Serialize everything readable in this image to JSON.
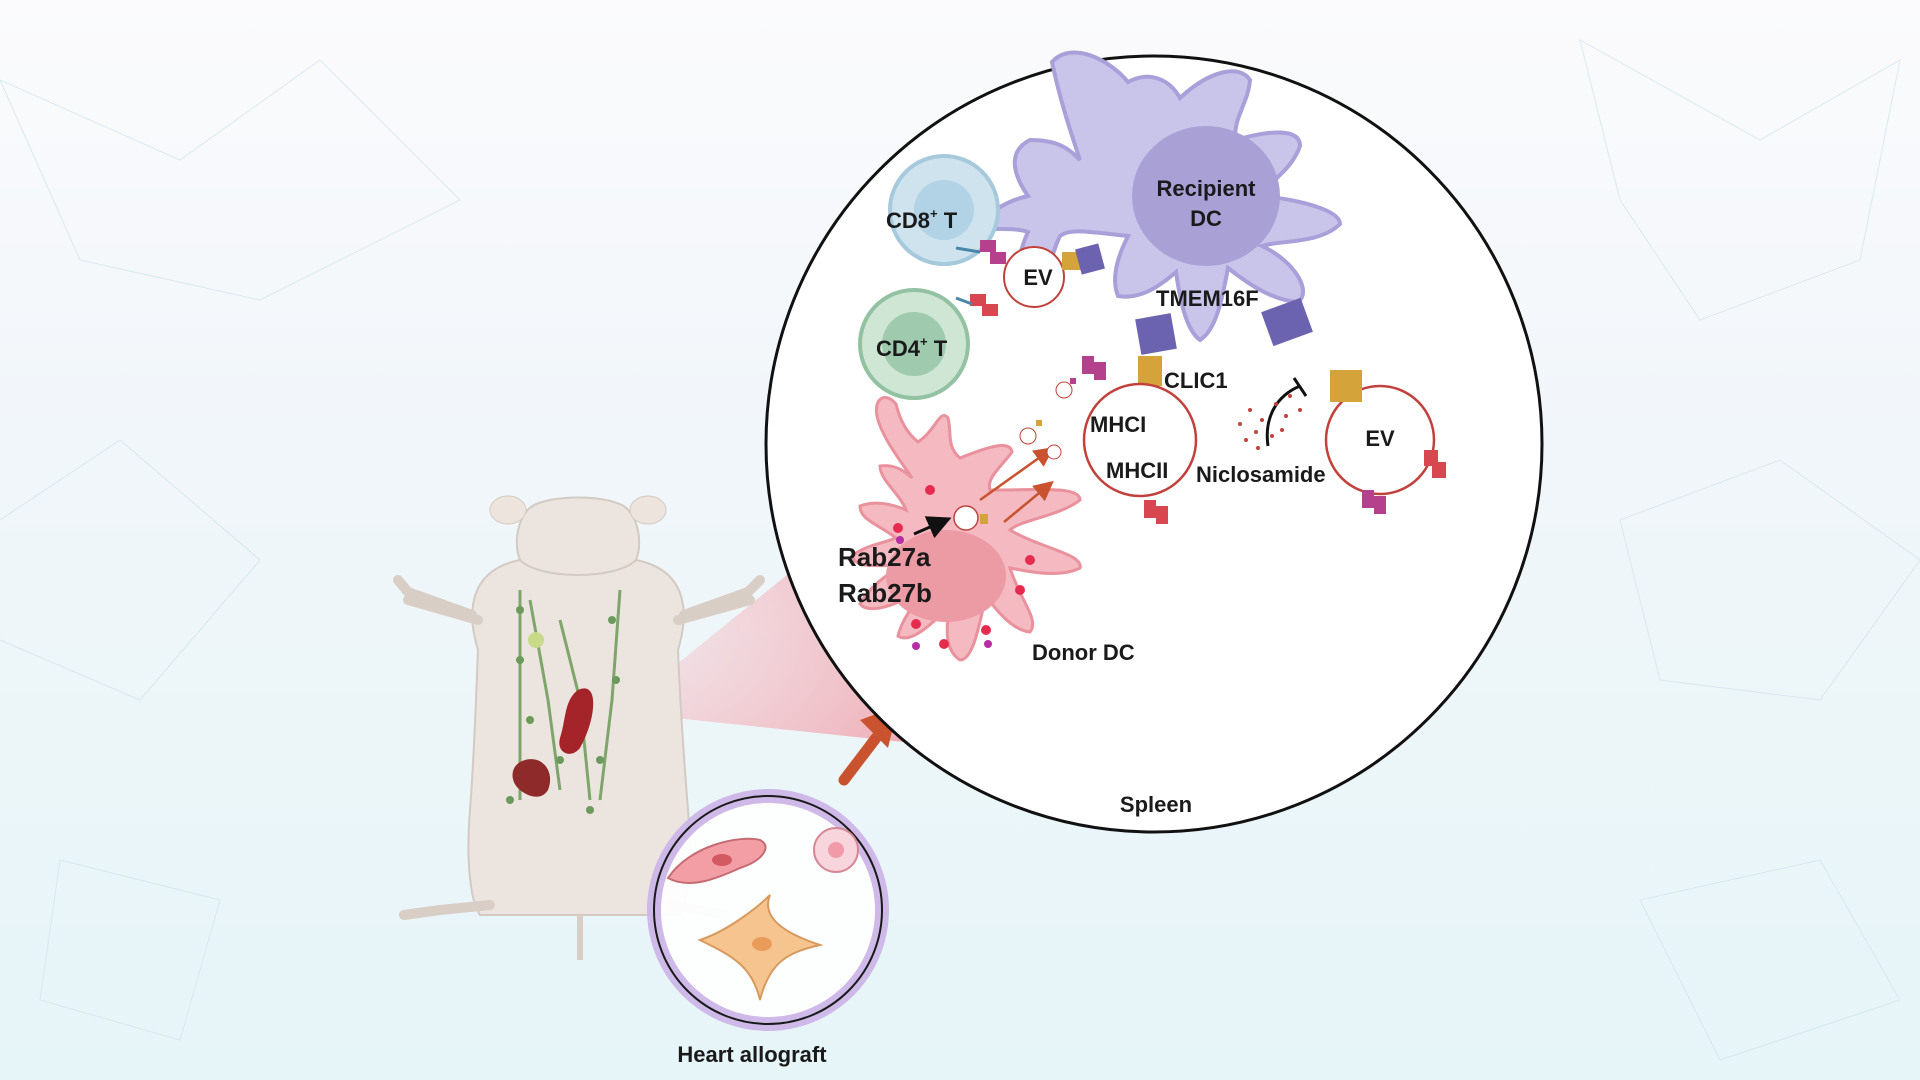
{
  "labels": {
    "recipient_dc_line1": "Recipient",
    "recipient_dc_line2": "DC",
    "cd8": "CD8",
    "cd8_sup": "+",
    "cd8_t": " T",
    "cd4": "CD4",
    "cd4_sup": "+",
    "cd4_t": " T",
    "ev_left": "EV",
    "ev_right": "EV",
    "tmem16f": "TMEM16F",
    "clic1": "CLIC1",
    "mhci": "MHCI",
    "mhcii": "MHCII",
    "niclosamide": "Niclosamide",
    "rab27a": "Rab27a",
    "rab27b": "Rab27b",
    "donor_dc": "Donor DC",
    "spleen": "Spleen",
    "heart_allograft": "Heart allograft"
  },
  "colors": {
    "recipient_dc": "#c9c4ea",
    "donor_dc": "#f4b9c1",
    "tmem16f": "#6c63b0",
    "clic1": "#d4a43a",
    "mhci": "#b5408b",
    "mhcii": "#d8474f",
    "arrow": "#c9532e"
  }
}
